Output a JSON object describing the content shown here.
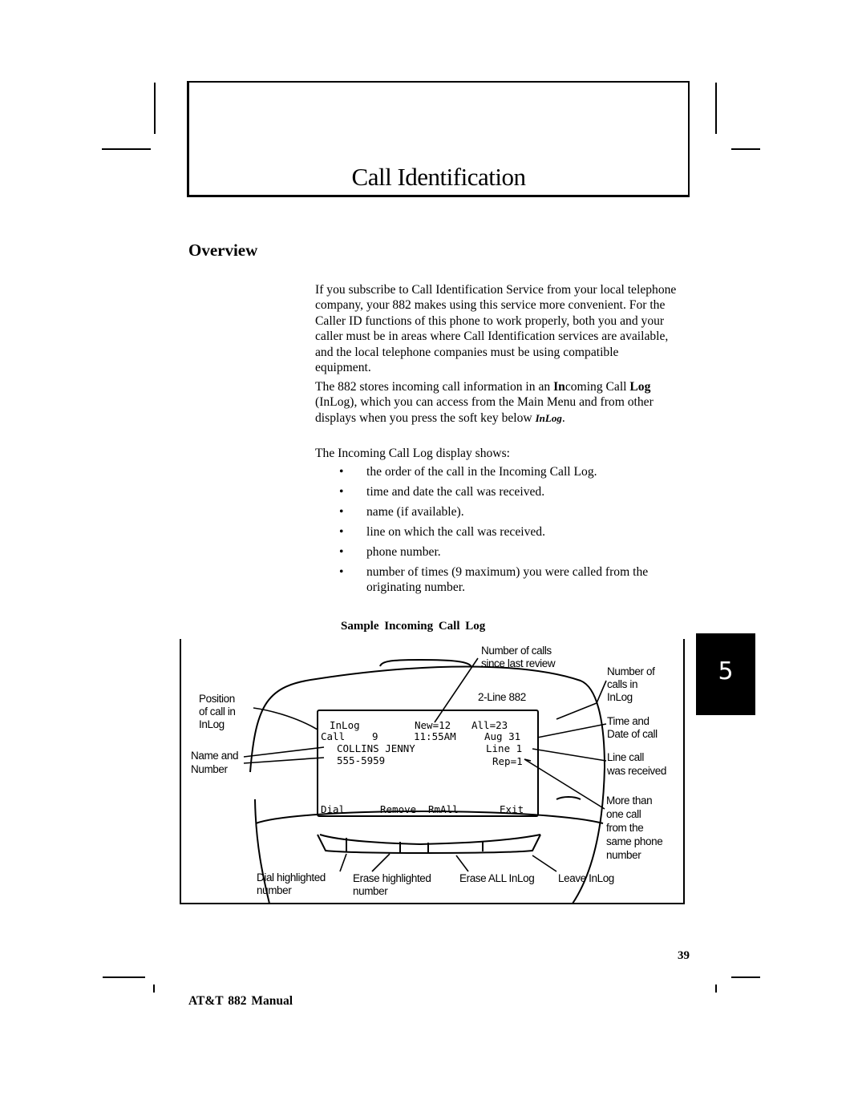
{
  "title": "Call Identification",
  "section_heading": "Overview",
  "intro_paragraph": "If you subscribe to Call Identification Service from your local telephone company, your 882 makes using this service more convenient.  For the Caller ID functions of this phone to work properly, both you and your caller must be in areas where Call Identification services are available, and the local telephone companies must be using compatible equipment.",
  "inlog_paragraph": {
    "part1": "The 882 stores incoming call information in an ",
    "bold_in": "In",
    "part2": "coming Call ",
    "bold_log": "Log",
    "part3": " (InLog), which you can access from the Main Menu and from other displays when you press the soft key below ",
    "softkey": "InLog",
    "part4": "."
  },
  "display_intro": "The Incoming Call Log display shows:",
  "bullets": [
    "the order of the call in the Incoming Call Log.",
    "time and date the call was received.",
    "name (if available).",
    "line on which the call was received.",
    "phone number.",
    "number of times (9 maximum) you were called from the originating number."
  ],
  "figure": {
    "caption": "Sample  Incoming  Call  Log",
    "model_label": "2-Line 882",
    "lcd": {
      "row1": [
        "InLog",
        "New=12",
        "All=23"
      ],
      "row2": [
        "Call",
        "9",
        "11:55AM",
        "Aug 31"
      ],
      "row3": [
        "COLLINS JENNY",
        "Line 1"
      ],
      "row4": [
        "555-5959",
        "Rep=1"
      ],
      "softkeys": [
        "Dial",
        "Remove",
        "RmAll",
        "Exit"
      ]
    },
    "callouts": {
      "number_since_review": [
        "Number of calls",
        "since last review"
      ],
      "number_in_inlog": [
        "Number of",
        "calls in",
        "InLog"
      ],
      "position": [
        "Position",
        "of call in",
        "InLog"
      ],
      "name_number": [
        "Name and",
        "Number"
      ],
      "time_date": [
        "Time and",
        "Date of call"
      ],
      "line_received": [
        "Line call",
        "was received"
      ],
      "more_than_one": [
        "More than",
        "one call",
        "from the",
        "same phone",
        "number"
      ],
      "dial": [
        "Dial highlighted",
        "number"
      ],
      "erase": [
        "Erase highlighted",
        "number"
      ],
      "erase_all": [
        "Erase ALL InLog"
      ],
      "leave": [
        "Leave InLog"
      ]
    }
  },
  "chapter_tab": "5",
  "page_number": "39",
  "footer": "AT&T  882  Manual"
}
